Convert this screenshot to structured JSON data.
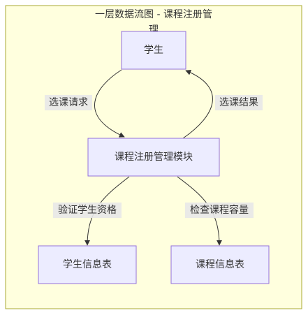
{
  "diagram": {
    "subgraph_title_line1": "一层数据流图 - 课程注册管",
    "subgraph_title_line2": "理",
    "nodes": {
      "student": "学生",
      "module": "课程注册管理模块",
      "student_info": "学生信息表",
      "course_info": "课程信息表"
    },
    "edges": {
      "request": "选课请求",
      "result": "选课结果",
      "verify": "验证学生资格",
      "check": "检查课程容量"
    },
    "colors": {
      "node_fill": "#ECECFF",
      "node_stroke": "#9370DB",
      "cluster_fill": "#FFFFDE",
      "cluster_stroke": "#AAAA33",
      "edge_stroke": "#333333",
      "edge_label_bg": "#E8E8E8"
    }
  }
}
